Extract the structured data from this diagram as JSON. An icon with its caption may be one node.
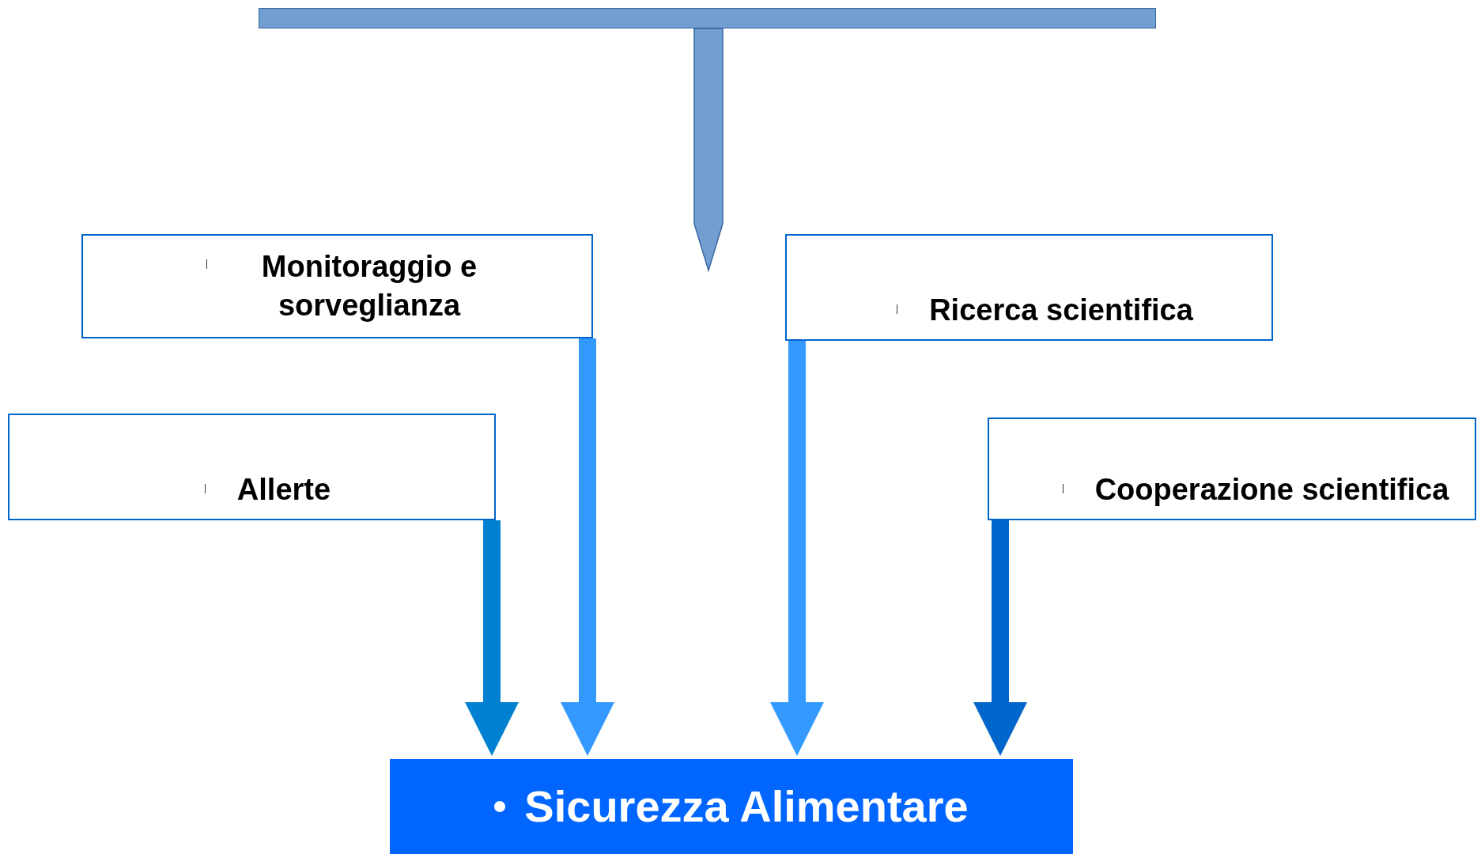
{
  "diagram": {
    "nodes": [
      {
        "text": [],
        "shape": "bar"
      },
      {
        "text": [
          "Monitoraggio e sorveglianza"
        ]
      },
      {
        "text": [
          "Ricerca scientifica"
        ]
      },
      {
        "text": [
          "Allerte"
        ]
      },
      {
        "text": [
          "Cooperazione scientifica"
        ]
      },
      {
        "text": [
          "Sicurezza Alimentare"
        ]
      }
    ],
    "edges": [
      {
        "from": 0,
        "to": null,
        "arrow": "to",
        "style": "thick",
        "color": "#729fcf"
      },
      {
        "from": 1,
        "to": 5,
        "arrow": "to",
        "style": "thick",
        "color": "#3399ff"
      },
      {
        "from": 2,
        "to": 5,
        "arrow": "to",
        "style": "thick",
        "color": "#3399ff"
      },
      {
        "from": 3,
        "to": 5,
        "arrow": "to",
        "style": "thick",
        "color": "#0080d0"
      },
      {
        "from": 4,
        "to": 5,
        "arrow": "to",
        "style": "thick",
        "color": "#0066cc"
      }
    ]
  }
}
